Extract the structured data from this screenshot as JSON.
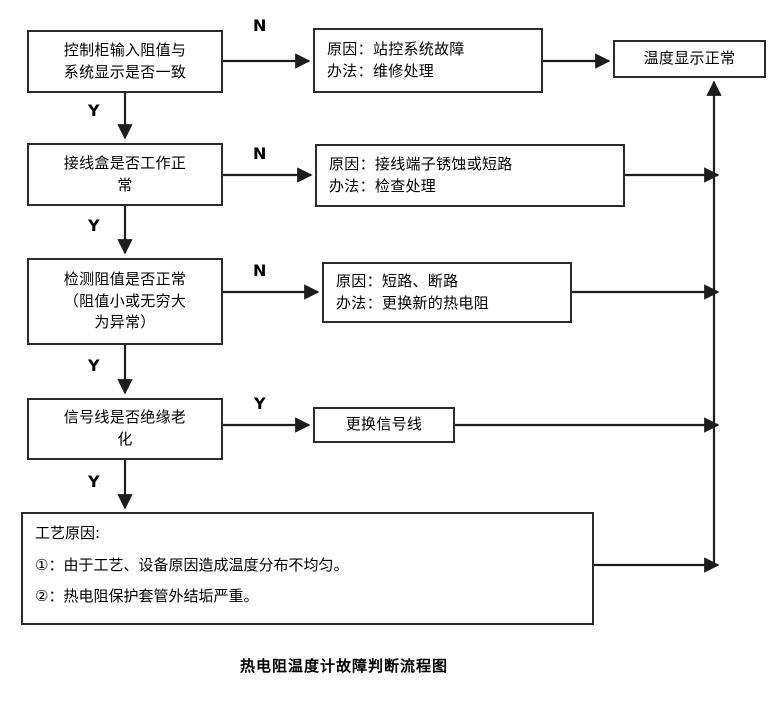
{
  "diagram": {
    "caption": "热电阻温度计故障判断流程图",
    "decision_nodes": [
      {
        "id": "d1",
        "text": "控制柜输入阻值与\n系统显示是否一致"
      },
      {
        "id": "d2",
        "text": "接线盒是否工作正\n常"
      },
      {
        "id": "d3",
        "text": "检测阻值是否正常\n（阻值小或无穷大\n为异常）"
      },
      {
        "id": "d4",
        "text": "信号线是否绝缘老\n化"
      }
    ],
    "result_nodes": [
      {
        "id": "r1",
        "text": "原因：站控系统故障\n办法：维修处理"
      },
      {
        "id": "r2",
        "text": "原因：接线端子锈蚀或短路\n办法：检查处理"
      },
      {
        "id": "r3",
        "text": "原因：短路、断路\n办法：更换新的热电阻"
      },
      {
        "id": "r4",
        "text": "更换信号线"
      }
    ],
    "terminal_node": {
      "id": "t1",
      "text": "温度显示正常"
    },
    "process_box": {
      "id": "p1",
      "title": "工艺原因:",
      "items": [
        "①：由于工艺、设备原因造成温度分布不均匀。",
        "②：热电阻保护套管外结垢严重。"
      ]
    },
    "branch_labels": {
      "n1": "N",
      "n2": "N",
      "n3": "N",
      "y_branch4": "Y",
      "y1": "Y",
      "y2": "Y",
      "y3": "Y",
      "y4": "Y"
    },
    "colors": {
      "stroke": "#2b2b2b",
      "text": "#000000",
      "background": "#ffffff"
    }
  }
}
